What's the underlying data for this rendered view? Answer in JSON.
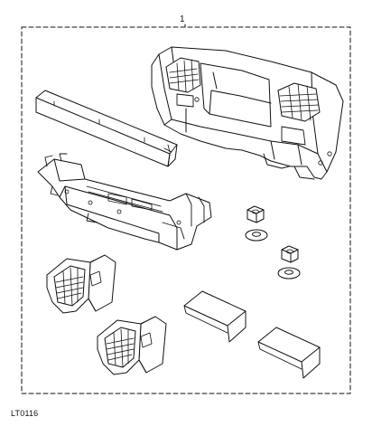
{
  "diagram": {
    "callout_number": "1",
    "figure_reference": "LT0116"
  },
  "parts": [
    {
      "id": "center-console-bezel-panel"
    },
    {
      "id": "trim-strip"
    },
    {
      "id": "console-mounting-bracket"
    },
    {
      "id": "nut-upper"
    },
    {
      "id": "washer-upper"
    },
    {
      "id": "nut-lower"
    },
    {
      "id": "washer-lower"
    },
    {
      "id": "air-vent-left-upper"
    },
    {
      "id": "air-vent-left-lower"
    },
    {
      "id": "clip-bracket-left"
    },
    {
      "id": "clip-bracket-right"
    }
  ]
}
